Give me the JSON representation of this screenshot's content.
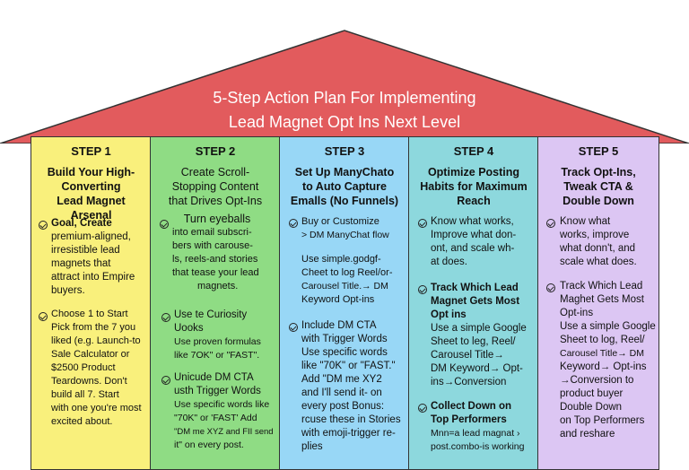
{
  "title": {
    "line1": "5-Step Action Plan For Implementing",
    "line2": "Lead Magnet Opt Ins Next Level"
  },
  "steps": [
    {
      "label": "STEP 1",
      "heading": [
        "Build Your High-",
        "Converting",
        "Lead Magnet Arsenal"
      ],
      "items": [
        [
          "Goal, Create",
          "premium-aligned,",
          "irresistible lead",
          "magnets that",
          "attract into Empire",
          "buyers."
        ],
        [
          "Choose 1 to Start",
          "Pick from the 7 you",
          "liked (e.g. Launch-to",
          "Sale Calculator or",
          "$2500 Product",
          "Teardowns. Don't",
          "build all 7. Start",
          "with one you're most",
          "excited about."
        ]
      ]
    },
    {
      "label": "STEP 2",
      "heading": [
        "Create Scroll-",
        "Stopping Content",
        "that Drives Opt-Ins"
      ],
      "items": [
        [
          "Turn eyeballs",
          "into email subscri-",
          "bers with carouse-",
          "ls, reels-and stories",
          "that tease your lead",
          "magnets."
        ],
        [
          "Use te Curiosity",
          "Uooks",
          "Use proven formulas",
          "like 7OK\" or \"FAST\"."
        ],
        [
          "Unicude DM CTA",
          "usth Trigger Words",
          "Use specific words like",
          "\"70K\" or 'FAST' Add",
          "\"DM me XYZ and FII send",
          "it\" on every post."
        ]
      ]
    },
    {
      "label": "STEP 3",
      "heading": [
        "Set Up ManyChato",
        "to Auto Capture",
        "Emalls (No Funnels)"
      ],
      "items": [
        [
          "Buy or Customize",
          "> DM ManyChat flow",
          "",
          "Use simple.godgf-",
          "Cheet to log Reel/or-",
          "Carousel Title.→ DM",
          "Keyword Opt-ins"
        ],
        [
          "Include DM CTA",
          "with Trigger Words",
          "Use specific words",
          "like \"70K\" or \"FAST.\"",
          "Add \"DM me XY2",
          "and I'll send it- on",
          "every post Bonus:",
          "rcuse these in Stories",
          "with emoji-trigger re-",
          "plies"
        ]
      ]
    },
    {
      "label": "STEP 4",
      "heading": [
        "Optimize Posting",
        "Habits for Maximum",
        "Reach"
      ],
      "items": [
        [
          "Know what works,",
          "Improve what don-",
          "ont, and scale wh-",
          "at does."
        ],
        [
          "Track Which Lead",
          "Magnet Gets Most",
          "Opt ins",
          "Use a simple Google",
          "Sheet to leg, Reel/",
          "Carousel Title→",
          "DM Keyword→ Opt-",
          "ins→Conversion"
        ],
        [
          "Collect Down on",
          "Top Performers",
          "Mnn=a lead magnat ›",
          "post.combo-is working"
        ]
      ]
    },
    {
      "label": "STEP 5",
      "heading": [
        "Track Opt-Ins,",
        "Tweak CTA &",
        "Double Down"
      ],
      "items": [
        [
          "Know what",
          "works, improve",
          "what donn't, and",
          "scale what does."
        ],
        [
          "Track Which Lead",
          "Maghet Gets Most",
          "Opt-ins",
          "Use a simple Google",
          "Sheet to log, Reel/",
          "Carousel Title→ DM",
          "Keyword→ Opt-ins",
          "→Conversion to",
          "product buyer",
          "Double Down",
          "on Top Performers",
          "and reshare"
        ]
      ]
    }
  ],
  "colors": {
    "roof": "#e25b5d",
    "step1": "#f9f07c",
    "step2": "#8fdc84",
    "step3": "#98d7f6",
    "step4": "#8dd8dd",
    "step5": "#dcc6f3",
    "icon": "check-circle-icon"
  }
}
